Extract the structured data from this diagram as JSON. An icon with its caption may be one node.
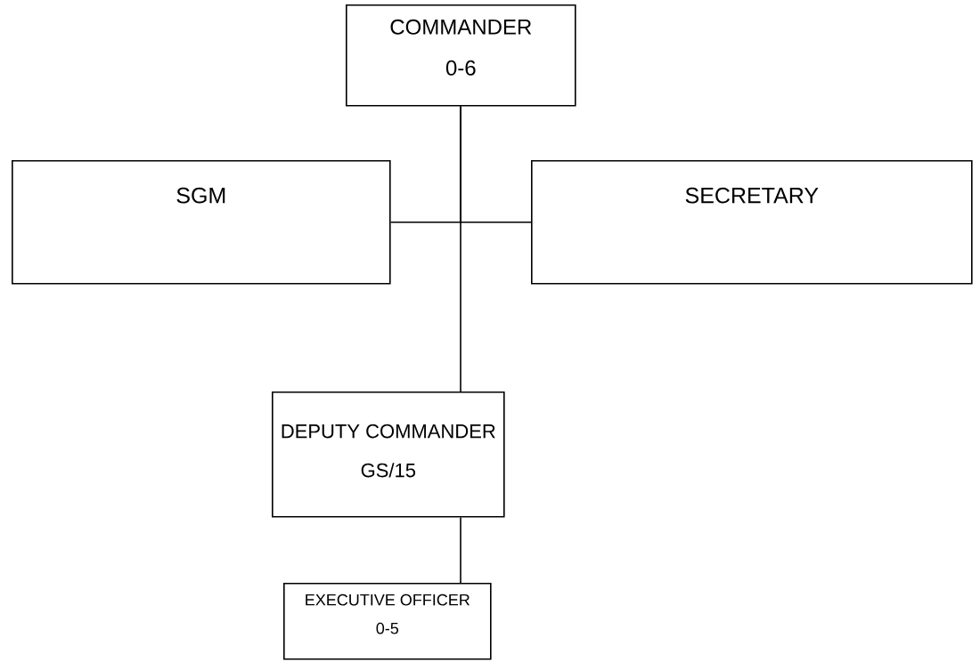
{
  "diagram": {
    "nodes": [
      {
        "text": [
          "COMMANDER",
          "0-6"
        ]
      },
      {
        "text": [
          "SGM"
        ]
      },
      {
        "text": [
          "SECRETARY"
        ]
      },
      {
        "text": [
          "DEPUTY COMMANDER",
          "GS/15"
        ]
      },
      {
        "text": [
          "EXECUTIVE OFFICER",
          "0-5"
        ]
      }
    ],
    "edges": [
      {
        "from": 0,
        "to": 1,
        "arrow": "none"
      },
      {
        "from": 0,
        "to": 2,
        "arrow": "none"
      },
      {
        "from": 0,
        "to": 3,
        "arrow": "none"
      },
      {
        "from": 3,
        "to": 4,
        "arrow": "none"
      }
    ]
  }
}
